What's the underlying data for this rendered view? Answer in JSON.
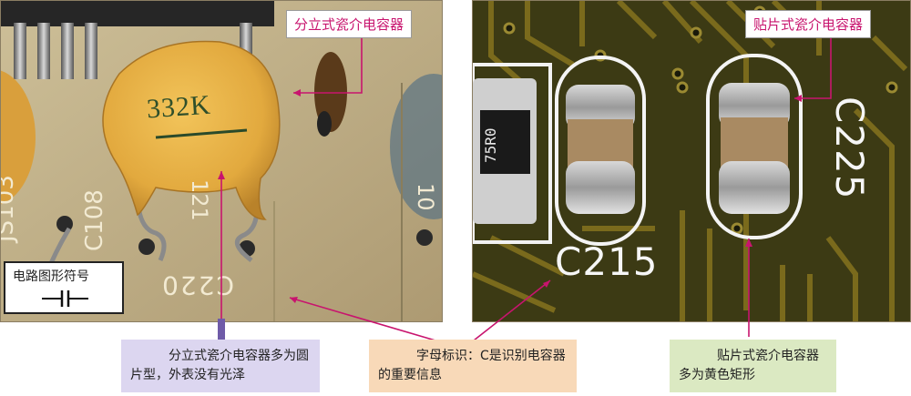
{
  "left_photo": {
    "label": "分立式瓷介电容器",
    "capacitor_marking": "332K",
    "pcb_markings": [
      "JS103",
      "C108",
      "121",
      "C220",
      "10"
    ],
    "symbol_box": {
      "title": "电路图形符号"
    }
  },
  "right_photo": {
    "label": "贴片式瓷介电容器",
    "resistor_marking": "75R0",
    "pcb_markings": [
      "C215",
      "C225"
    ]
  },
  "notes": {
    "discrete": {
      "text": "分立式瓷介电容器多为圆片型，外表没有光泽",
      "bg": "#dcd6f0"
    },
    "letter": {
      "text": "字母标识：C是识别电容器的重要信息",
      "bg": "#f8d9b8"
    },
    "smd": {
      "text": "贴片式瓷介电容器多为黄色矩形",
      "bg": "#dbe9c2"
    }
  },
  "colors": {
    "accent": "#c8146e",
    "pcb": "#3c3a14",
    "trace": "#7a6a1c"
  }
}
